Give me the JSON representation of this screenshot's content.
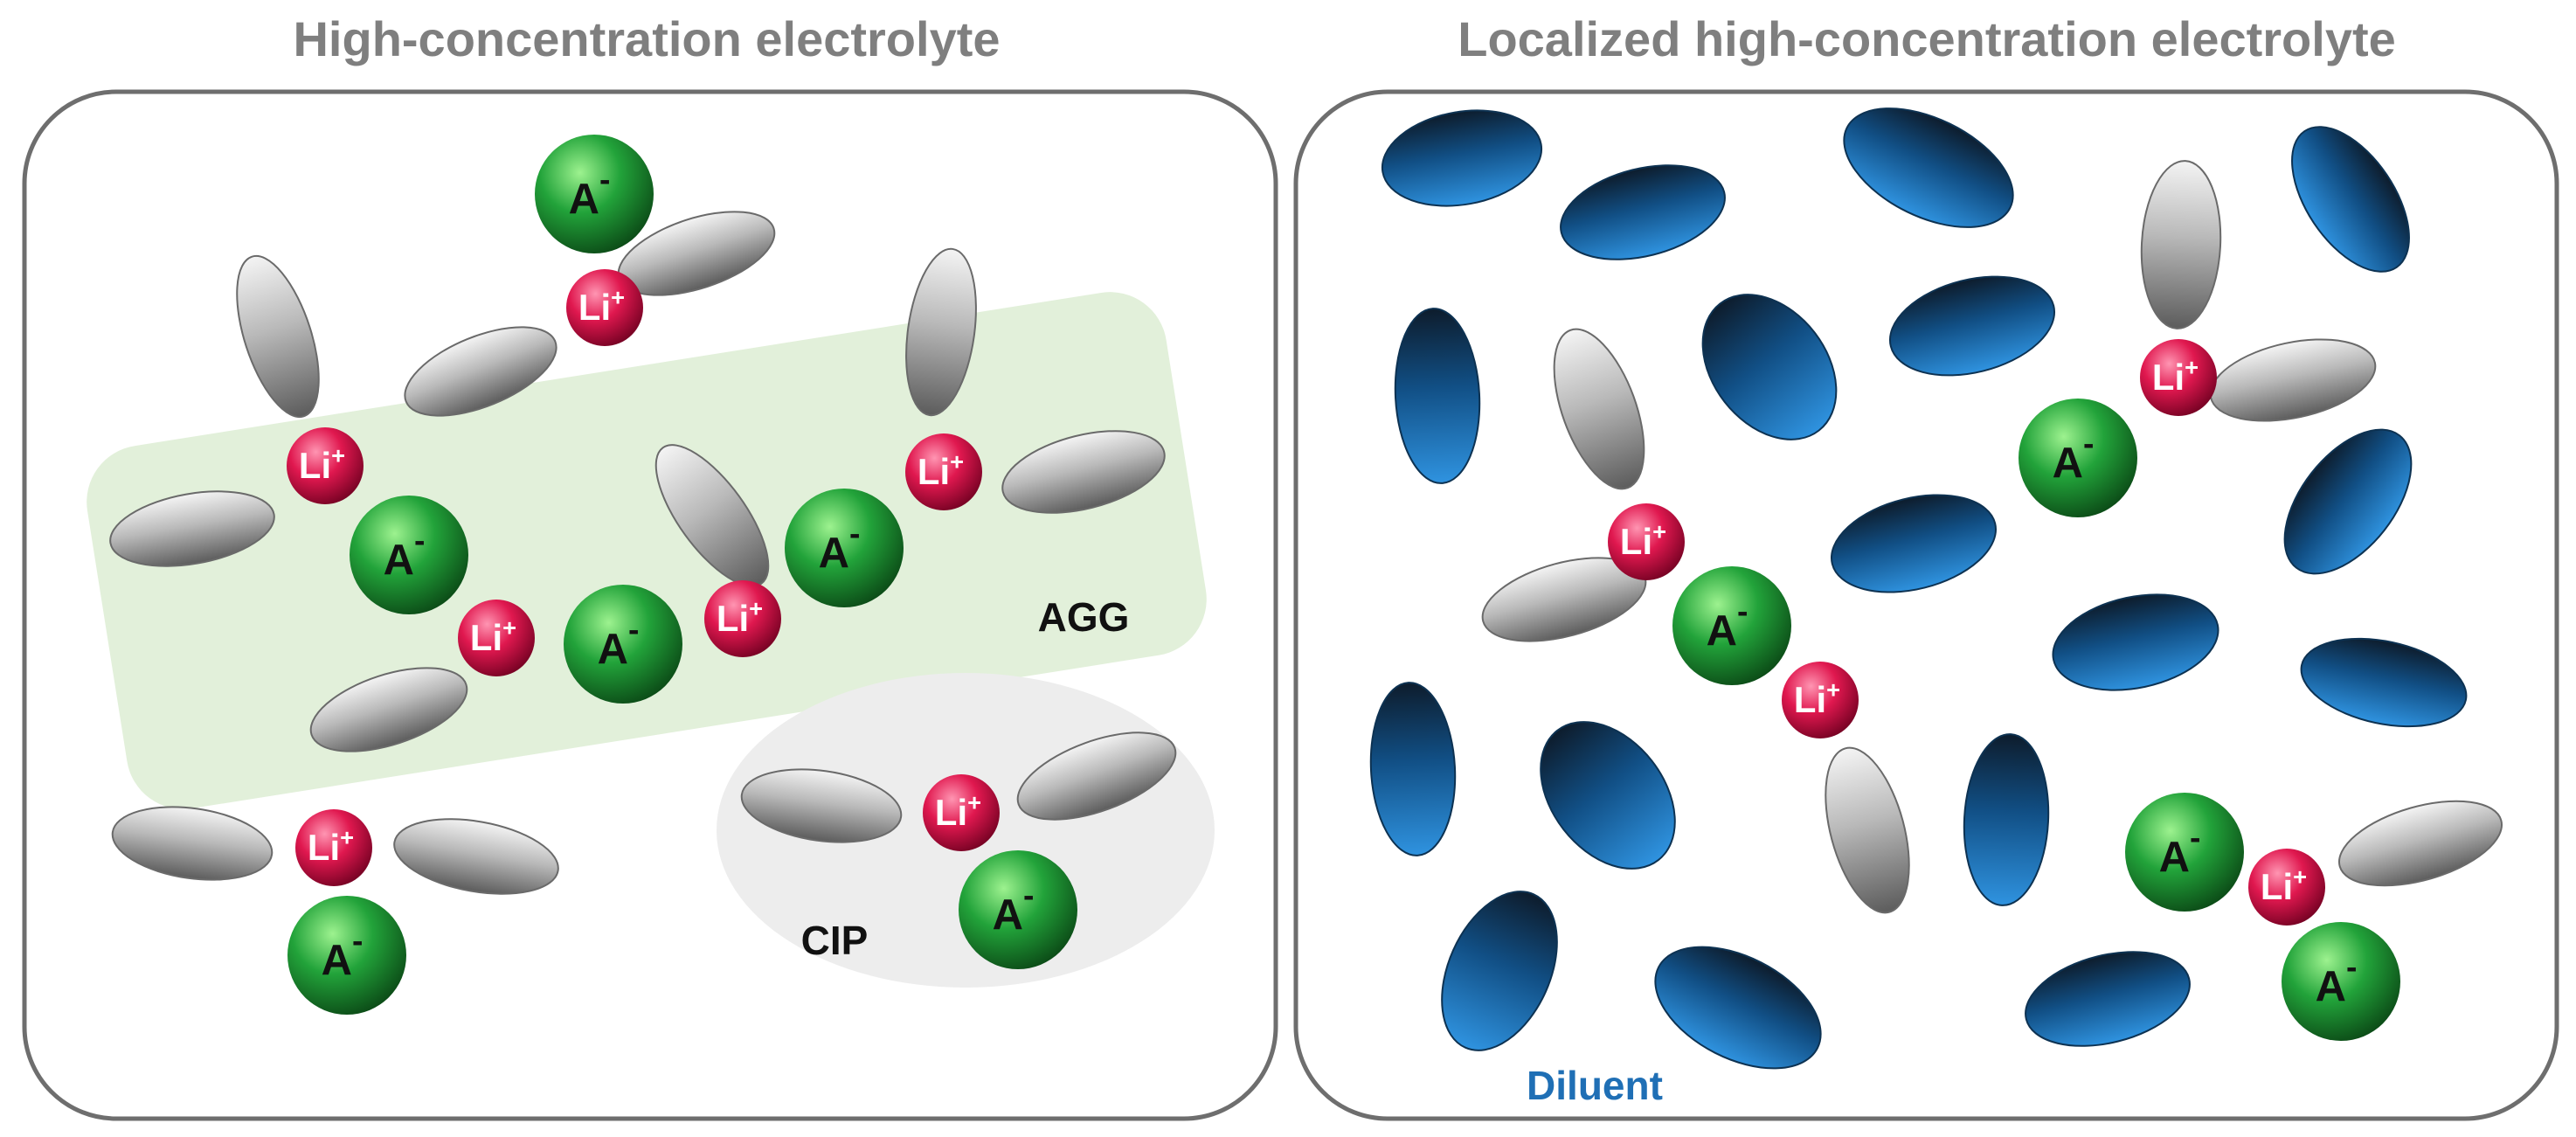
{
  "panels": {
    "left": {
      "title": "High-concentration electrolyte"
    },
    "right": {
      "title": "Localized high-concentration electrolyte"
    }
  },
  "labels": {
    "agg": "AGG",
    "cip": "CIP",
    "diluent": "Diluent",
    "cation": "Li",
    "cation_charge": "+",
    "anion": "A",
    "anion_charge": "-"
  },
  "colors": {
    "title_gray": "#7f7f7f",
    "frame": "#6e6e6e",
    "agg_region": "#e2f0da",
    "cip_region": "#ededed",
    "solvent": "#a8a8a8",
    "diluent": "#1f78c1",
    "lithium": "#e0184f",
    "anion": "#22a33a",
    "diluent_text": "#1f6fb5"
  }
}
